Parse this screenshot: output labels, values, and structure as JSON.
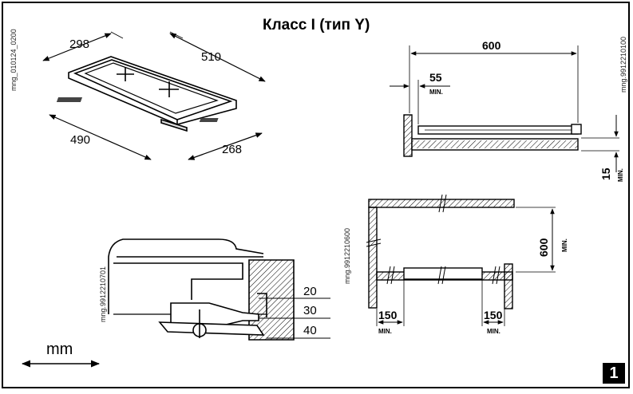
{
  "title": "Класс I (тип Y)",
  "codes": {
    "top_left": "mng_010124_0200",
    "top_right": "mng.9912210100",
    "bottom_left": "mng.9912210701",
    "bottom_middle": "mng.9912210600"
  },
  "hob": {
    "d1": "298",
    "d2": "510",
    "d3": "490",
    "d4": "268"
  },
  "side": {
    "d_600": "600",
    "d_55": "55",
    "d_15": "15",
    "min": "MIN."
  },
  "section": {
    "d20": "20",
    "d30": "30",
    "d40": "40"
  },
  "cabinet": {
    "d_600": "600",
    "d_150_left": "150",
    "d_150_right": "150",
    "min": "MIN."
  },
  "units": "mm",
  "badge": "1"
}
